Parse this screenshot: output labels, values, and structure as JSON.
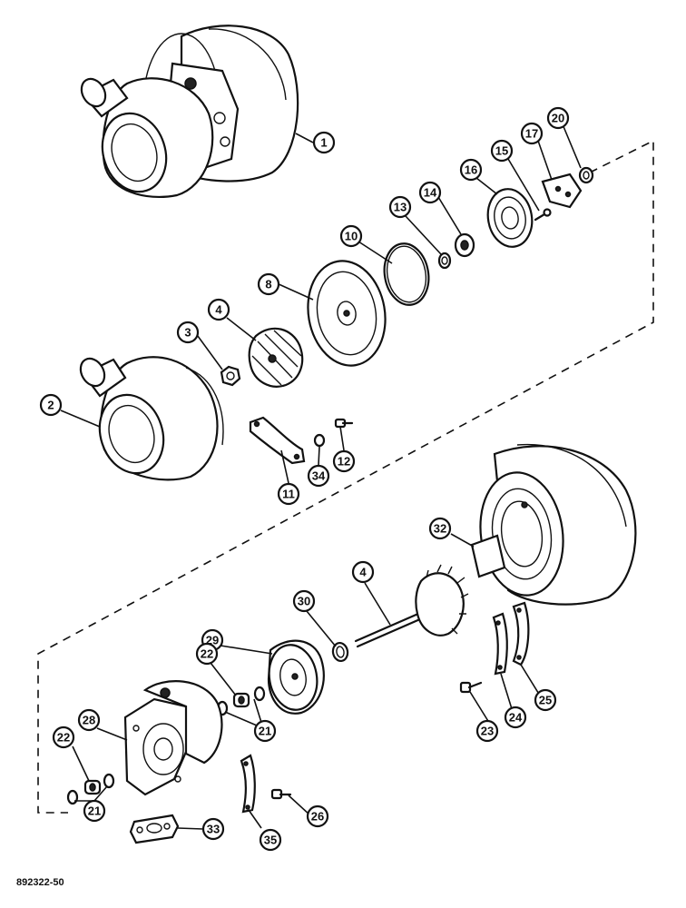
{
  "figure_id": "892322-50",
  "callouts": [
    "1",
    "2",
    "3",
    "4",
    "8",
    "10",
    "11",
    "12",
    "13",
    "14",
    "15",
    "16",
    "17",
    "20",
    "21",
    "22",
    "23",
    "24",
    "25",
    "26",
    "28",
    "29",
    "30",
    "32",
    "33",
    "34",
    "35"
  ],
  "parts": {
    "turbocharger_assembly": "1",
    "compressor_housing": "2",
    "nut": "3",
    "rotor_shaft_wheel": "4",
    "backplate": "8",
    "seal_ring": "10",
    "clamp_plate": "11",
    "bolt_upper": "12",
    "ring_13": "13",
    "collar": "14",
    "screw_15": "15",
    "insert": "16",
    "lock_plate": "17",
    "ring_20": "20",
    "snap_ring": "21",
    "bearing": "22",
    "bolt_lower": "23",
    "lock_strap_24": "24",
    "clamp_25": "25",
    "bolt_26": "26",
    "center_housing": "28",
    "heat_shield": "29",
    "piston_ring": "30",
    "turbine_housing": "32",
    "gasket": "33",
    "lock_washer": "34",
    "lock_strap_35": "35"
  }
}
